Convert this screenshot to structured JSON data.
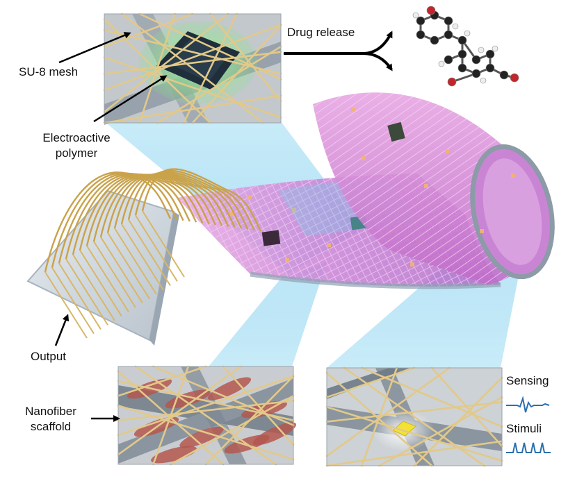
{
  "labels": {
    "su8_mesh": "SU-8 mesh",
    "drug_release": "Drug release",
    "electroactive_line1": "Electroactive",
    "electroactive_line2": "polymer",
    "output": "Output",
    "nanofiber_line1": "Nanofiber",
    "nanofiber_line2": "scaffold",
    "sensing": "Sensing",
    "stimuli": "Stimuli"
  },
  "colors": {
    "mesh_pink": "#d77fd0",
    "mesh_line": "#b84fb0",
    "fiber_gold": "#e2c98a",
    "gold_wire": "#c9a24a",
    "ribbon_gray": "#7a8794",
    "projection_blue": "#8fd3ef",
    "polymer_green": "#7ee07a",
    "cell_red": "#b4574f",
    "electrode_yellow": "#f3e233",
    "signal_blue": "#2a6fb0"
  }
}
